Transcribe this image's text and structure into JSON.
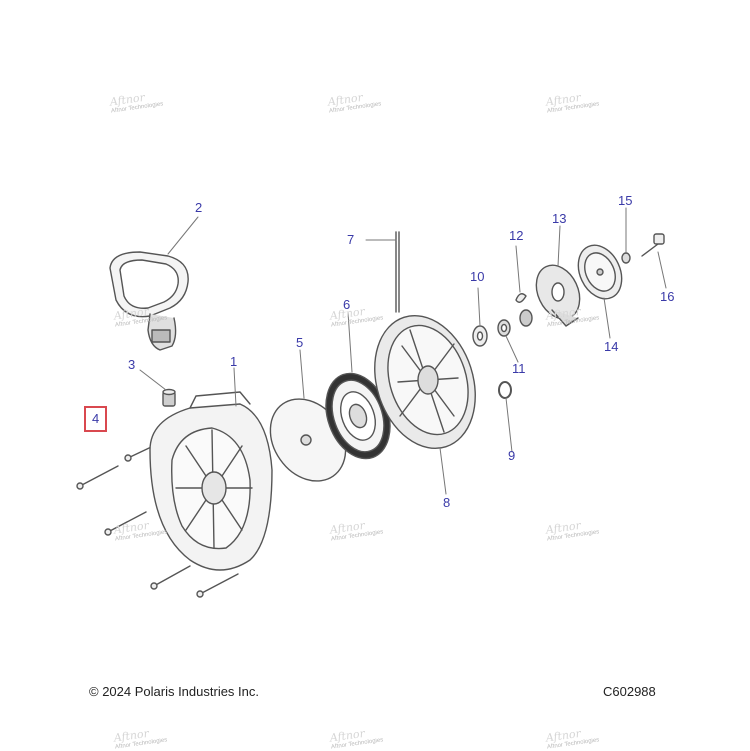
{
  "callouts": [
    {
      "id": "1",
      "label": "1"
    },
    {
      "id": "2",
      "label": "2"
    },
    {
      "id": "3",
      "label": "3"
    },
    {
      "id": "4",
      "label": "4"
    },
    {
      "id": "5",
      "label": "5"
    },
    {
      "id": "6",
      "label": "6"
    },
    {
      "id": "7",
      "label": "7"
    },
    {
      "id": "8",
      "label": "8"
    },
    {
      "id": "9",
      "label": "9"
    },
    {
      "id": "10",
      "label": "10"
    },
    {
      "id": "11",
      "label": "11"
    },
    {
      "id": "12",
      "label": "12"
    },
    {
      "id": "13",
      "label": "13"
    },
    {
      "id": "14",
      "label": "14"
    },
    {
      "id": "15",
      "label": "15"
    },
    {
      "id": "16",
      "label": "16"
    }
  ],
  "highlighted_callout": "4",
  "footer": {
    "copyright": "© 2024 Polaris Industries Inc.",
    "diagram_code": "C602988"
  },
  "watermark": {
    "text": "Aftnor Technologies"
  },
  "colors": {
    "callout_text": "#3a3aa8",
    "highlight_box": "#d9484f",
    "line_art": "#555555"
  }
}
